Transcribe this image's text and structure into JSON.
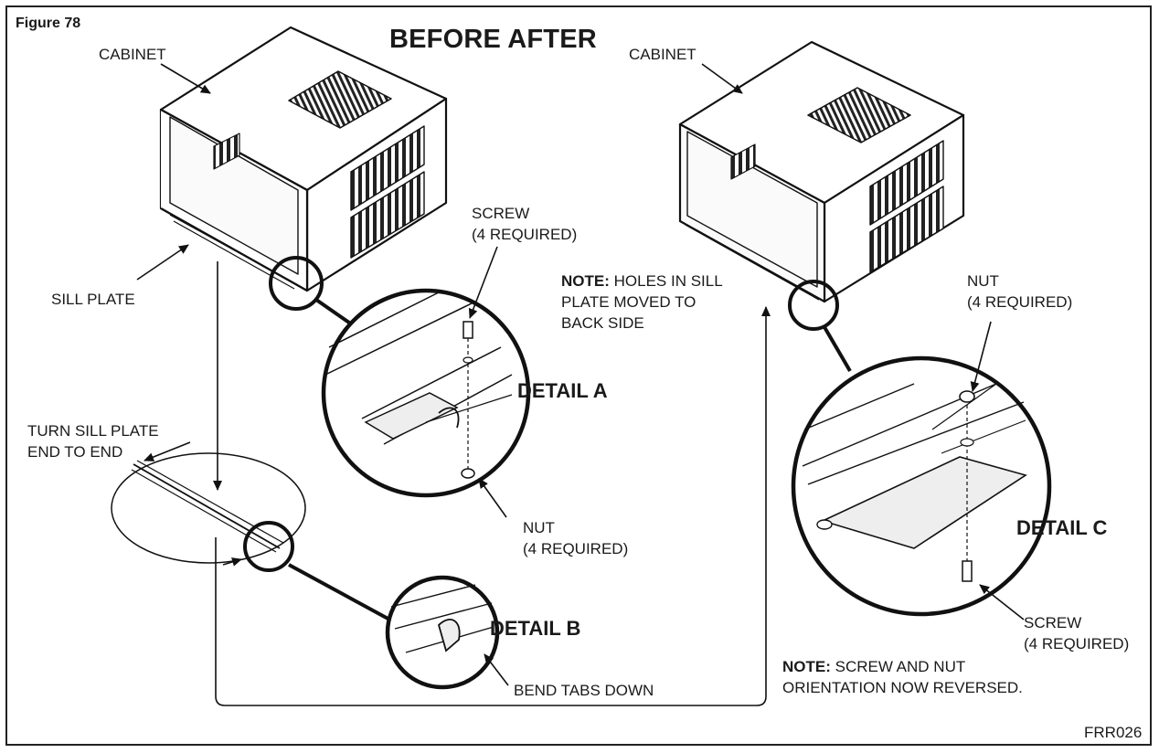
{
  "figure_number": "Figure 78",
  "heading": "BEFORE AFTER",
  "code": "FRR026",
  "left_unit": {
    "cabinet": "CABINET",
    "sill_plate": "SILL PLATE",
    "turn_line1": "TURN SILL PLATE",
    "turn_line2": "END TO END",
    "screw_line1": "SCREW",
    "screw_line2": "(4 REQUIRED)",
    "nut_line1": "NUT",
    "nut_line2": "(4 REQUIRED)",
    "detail_a": "DETAIL A",
    "detail_b": "DETAIL B",
    "bend_tabs": "BEND TABS DOWN"
  },
  "notes": {
    "note1_prefix": "NOTE:",
    "note1_line1": "HOLES IN SILL",
    "note1_line2": "PLATE MOVED TO",
    "note1_line3": "BACK SIDE",
    "note2_prefix": "NOTE:",
    "note2_line1": "SCREW AND NUT",
    "note2_line2": "ORIENTATION NOW REVERSED."
  },
  "right_unit": {
    "cabinet": "CABINET",
    "nut_line1": "NUT",
    "nut_line2": "(4 REQUIRED)",
    "screw_line1": "SCREW",
    "screw_line2": "(4 REQUIRED)",
    "detail_c": "DETAIL C"
  }
}
